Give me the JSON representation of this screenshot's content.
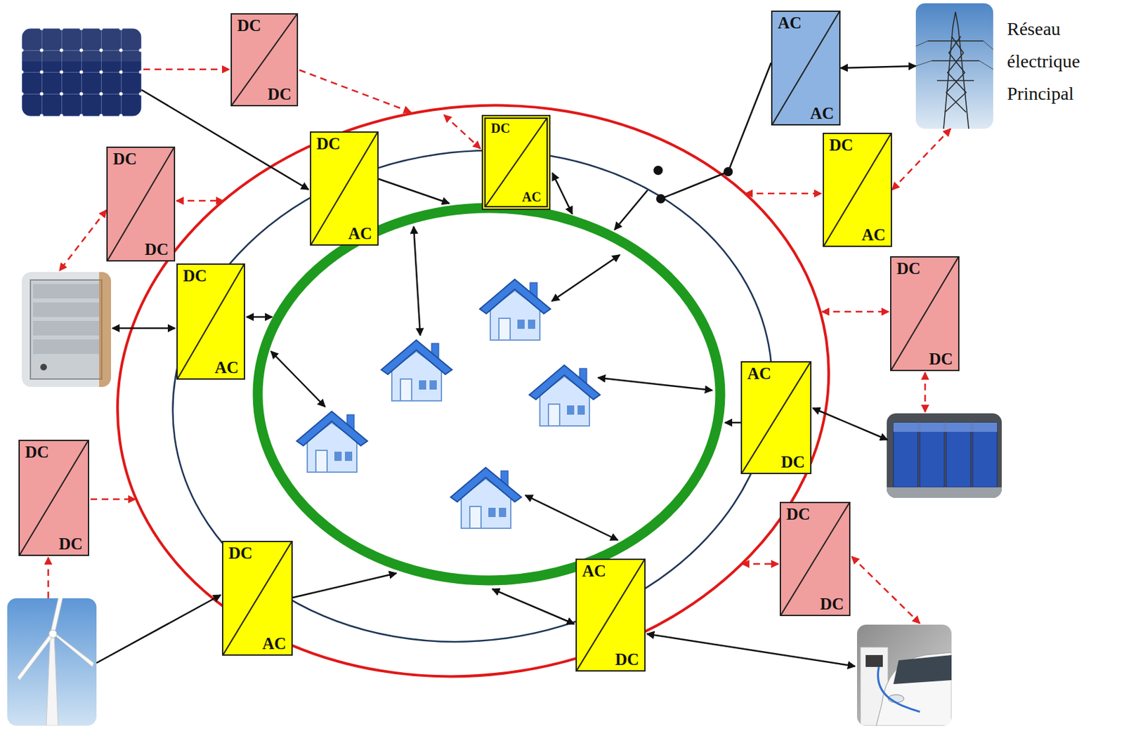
{
  "diagram": {
    "nodes": [
      {
        "text": [
          "DC",
          "DC"
        ]
      },
      {
        "text": [
          "AC",
          "AC"
        ]
      },
      {
        "text": [
          "Réseau électrique Principal"
        ]
      },
      {
        "text": [
          "DC",
          "AC"
        ]
      },
      {
        "text": [
          "DC",
          "AC"
        ]
      },
      {
        "text": [
          "DC",
          "DC"
        ]
      },
      {
        "text": [
          "DC",
          "AC"
        ]
      },
      {
        "text": [
          "DC",
          "DC"
        ]
      },
      {
        "text": [
          "DC",
          "AC"
        ]
      },
      {
        "text": [
          "AC",
          "DC"
        ]
      },
      {
        "text": [
          "DC",
          "DC"
        ]
      },
      {
        "text": [
          "DC",
          "DC"
        ]
      },
      {
        "text": [
          "DC",
          "AC"
        ]
      },
      {
        "text": [
          "AC",
          "DC"
        ]
      }
    ],
    "edges": [
      {
        "from": 1,
        "to": 2,
        "arrow": "both"
      },
      {
        "from": 6,
        "to": 2,
        "arrow": "both"
      }
    ]
  }
}
